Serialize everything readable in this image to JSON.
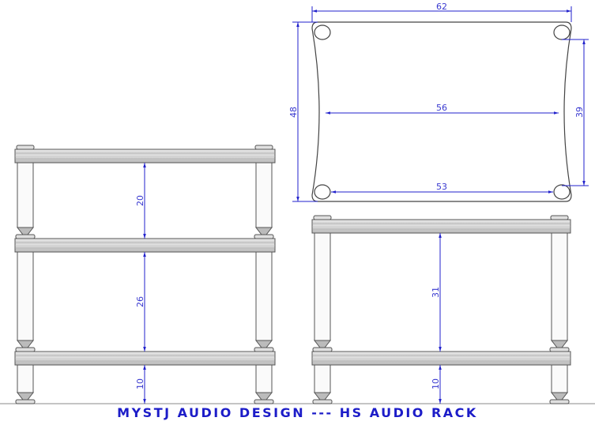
{
  "title": "MYSTJ AUDIO DESIGN --- HS AUDIO RACK",
  "colors": {
    "dimension": "#2222cc",
    "outline": "#444444",
    "shelf": "#d4d4d4"
  },
  "top_view": {
    "width": "62",
    "depth": "48",
    "inner_width": "56",
    "hole_spacing_depth": "39",
    "hole_spacing_width": "53"
  },
  "three_tier_rack": {
    "gap_top": "20",
    "gap_middle": "26",
    "gap_bottom": "10"
  },
  "two_tier_rack": {
    "gap_top": "31",
    "gap_bottom": "10"
  }
}
